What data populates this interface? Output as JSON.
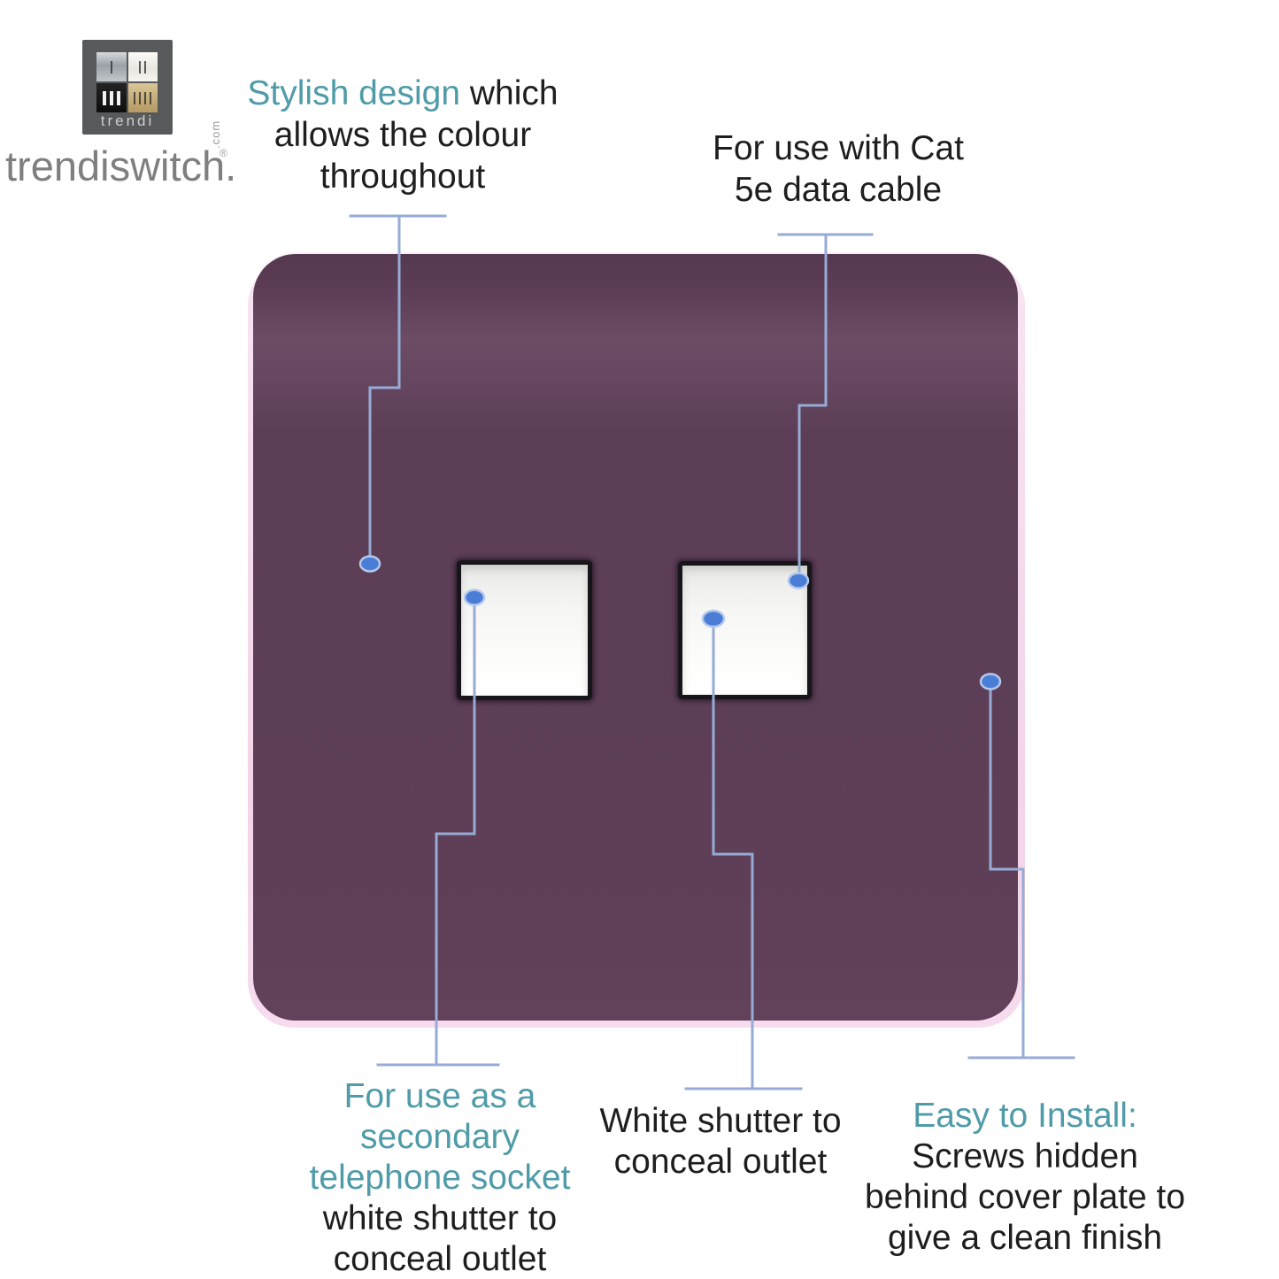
{
  "brand": {
    "logo_label": "trendi",
    "wordmark": "trendiswitch.",
    "domain_vertical": ".com",
    "registered": "®"
  },
  "annotations": {
    "stylish": {
      "highlight": "Stylish design",
      "line1_rest": " which",
      "line2": "allows the colour",
      "line3": "throughout"
    },
    "cat5e": {
      "line1": "For use with Cat",
      "line2": "5e data cable"
    },
    "secondary": {
      "teal1": "For use as a",
      "teal2": "secondary",
      "teal3": "telephone socket",
      "dark1": "white shutter to",
      "dark2": "conceal outlet"
    },
    "shutter": {
      "line1": "White shutter to",
      "line2": "conceal outlet"
    },
    "install": {
      "heading": "Easy to Install:",
      "line1": "Screws hidden",
      "line2": "behind cover plate to",
      "line3": "give a clean finish"
    }
  },
  "product": {
    "type": "twin telephone / data socket cover plate",
    "plate_color_name": "purple",
    "shutter_color_name": "white"
  },
  "colors": {
    "plate_purple": "#5e3f57",
    "plate_purple_highlight": "#6c4b65",
    "plate_pink_edge": "#f3d3e8",
    "socket_white": "#fdfdfc",
    "socket_border": "#17141a",
    "accent_teal": "#4f9ba8",
    "text_dark": "#1e1e1e",
    "callout_line": "#96abd6",
    "callout_dot": "#4a7ed6",
    "logo_background": "#58595b",
    "logo_text": "#cfcfcf",
    "wordmark_gray": "#7f7f7f"
  }
}
